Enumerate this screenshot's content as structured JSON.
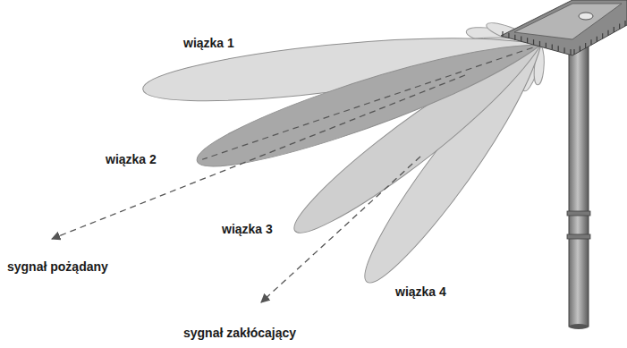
{
  "diagram": {
    "labels": [
      "wiązka 1",
      "wiązka 2",
      "wiązka 3",
      "wiązka 4",
      "sygnał pożądany",
      "sygnał zakłócający"
    ]
  }
}
